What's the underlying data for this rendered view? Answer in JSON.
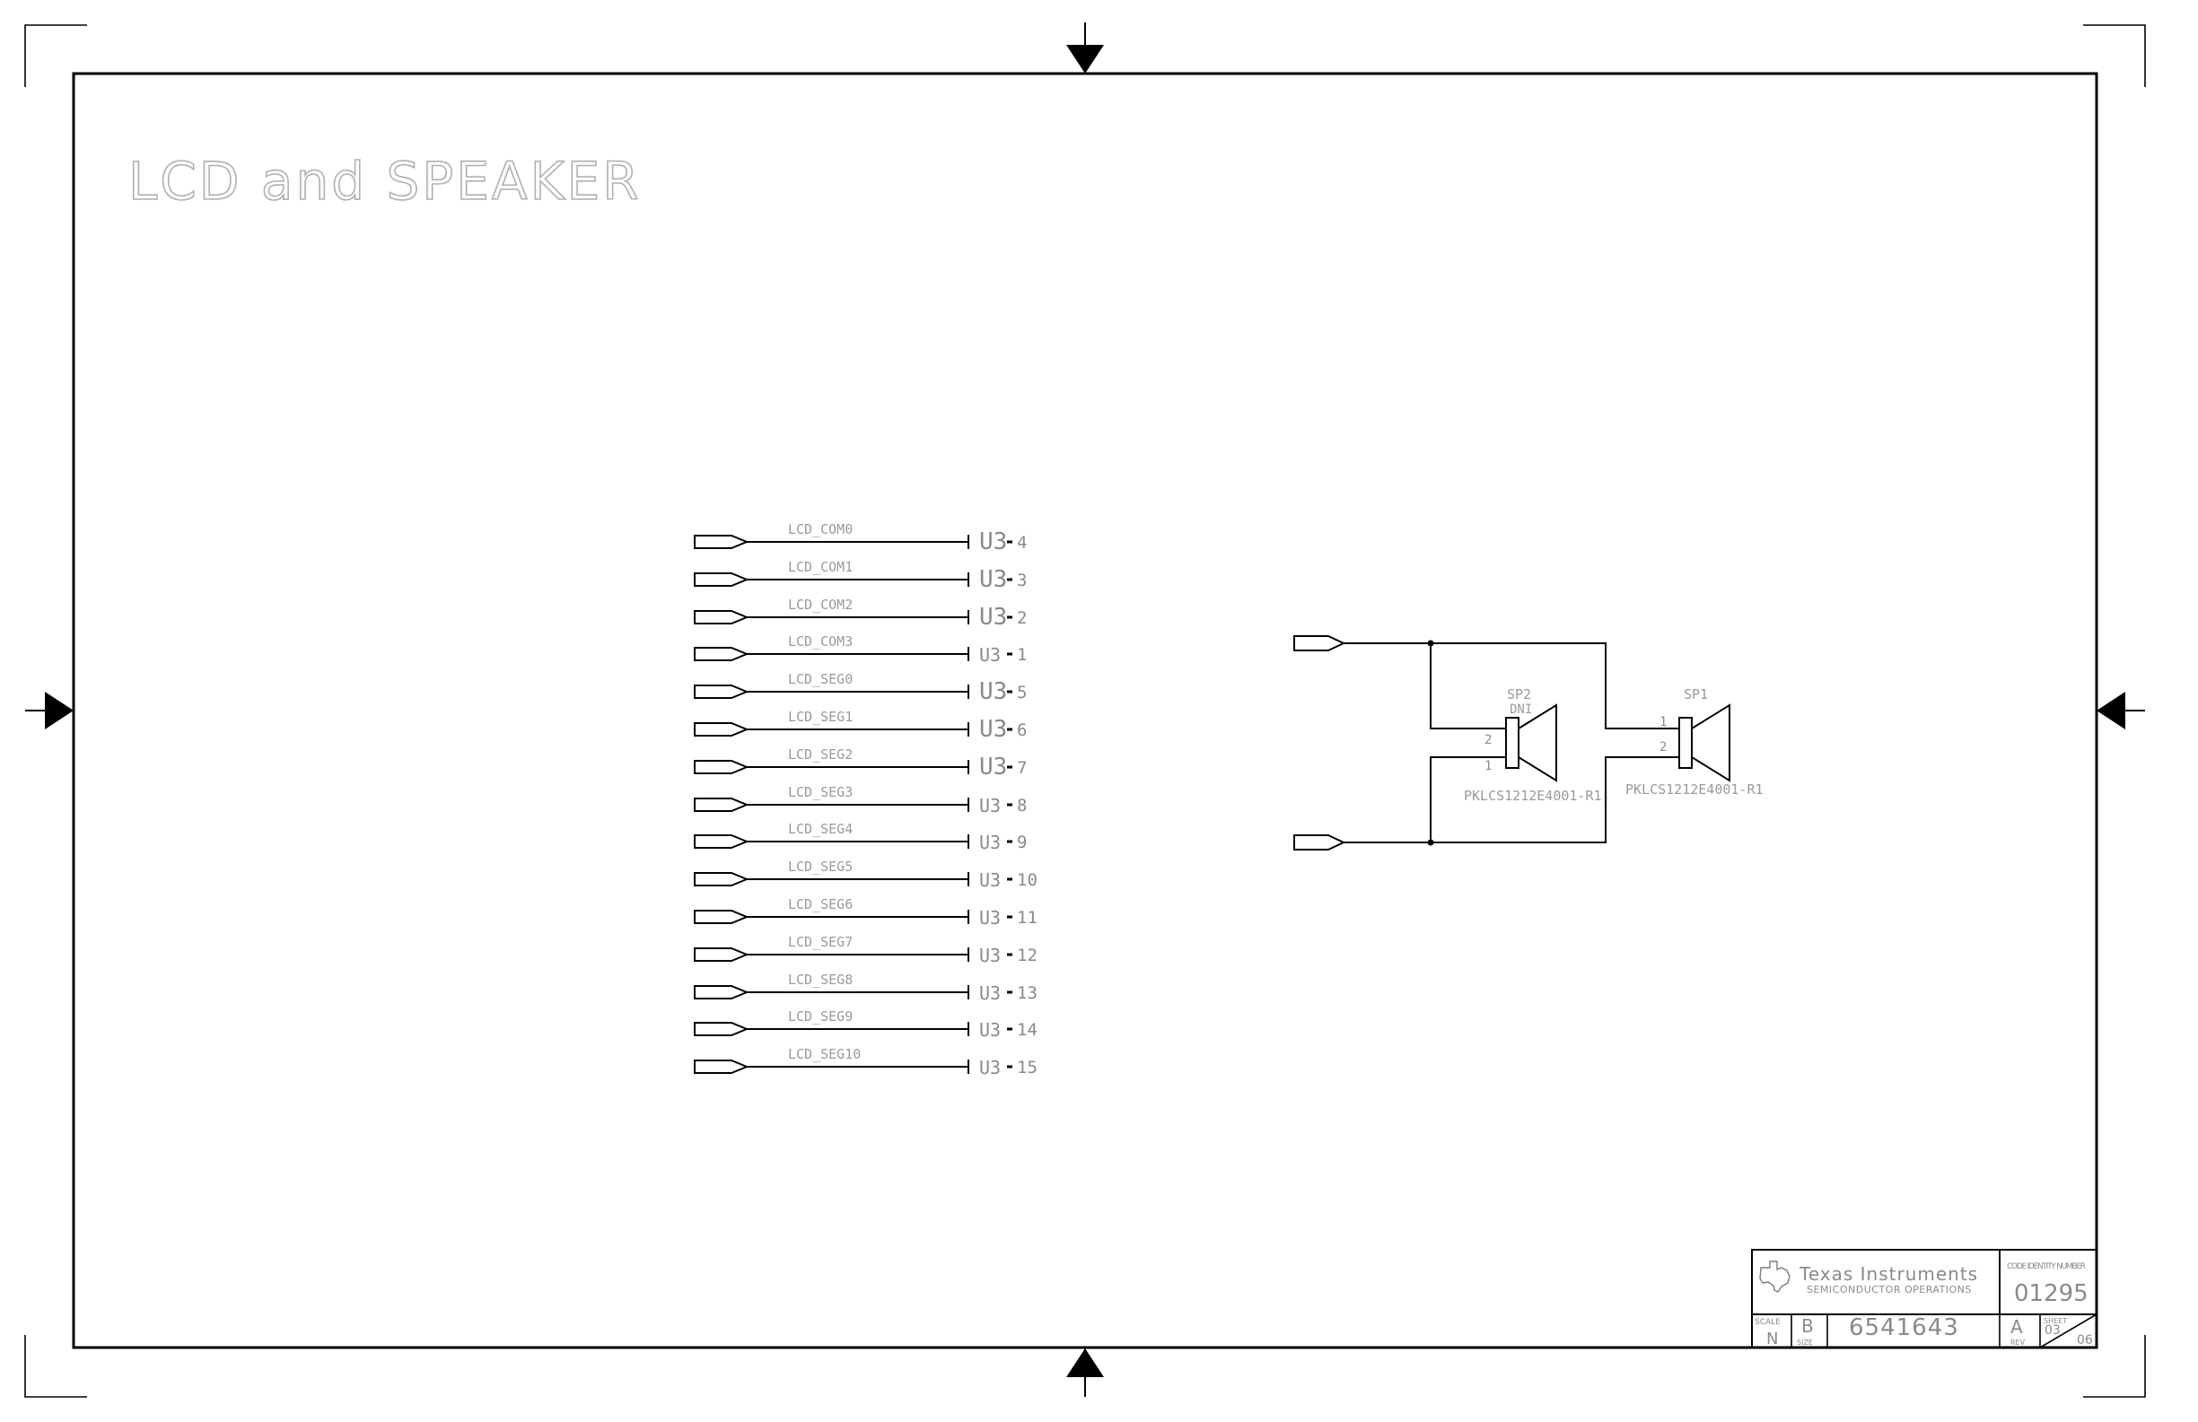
{
  "title": "LCD and SPEAKER",
  "lcd_nets": [
    {
      "net": "LCD_COM0",
      "ref": "U3",
      "pin": "4"
    },
    {
      "net": "LCD_COM1",
      "ref": "U3",
      "pin": "3"
    },
    {
      "net": "LCD_COM2",
      "ref": "U3",
      "pin": "2"
    },
    {
      "net": "LCD_COM3",
      "ref": "U3",
      "pin": "1"
    },
    {
      "net": "LCD_SEG0",
      "ref": "U3",
      "pin": "5"
    },
    {
      "net": "LCD_SEG1",
      "ref": "U3",
      "pin": "6"
    },
    {
      "net": "LCD_SEG2",
      "ref": "U3",
      "pin": "7"
    },
    {
      "net": "LCD_SEG3",
      "ref": "U3",
      "pin": "8"
    },
    {
      "net": "LCD_SEG4",
      "ref": "U3",
      "pin": "9"
    },
    {
      "net": "LCD_SEG5",
      "ref": "U3",
      "pin": "10"
    },
    {
      "net": "LCD_SEG6",
      "ref": "U3",
      "pin": "11"
    },
    {
      "net": "LCD_SEG7",
      "ref": "U3",
      "pin": "12"
    },
    {
      "net": "LCD_SEG8",
      "ref": "U3",
      "pin": "13"
    },
    {
      "net": "LCD_SEG9",
      "ref": "U3",
      "pin": "14"
    },
    {
      "net": "LCD_SEG10",
      "ref": "U3",
      "pin": "15"
    }
  ],
  "speakers": {
    "sp2": {
      "ref": "SP2",
      "note": "DNI",
      "part": "PKLCS1212E4001-R1",
      "pin_top": "2",
      "pin_bottom": "1"
    },
    "sp1": {
      "ref": "SP1",
      "part": "PKLCS1212E4001-R1",
      "pin_top": "1",
      "pin_bottom": "2"
    }
  },
  "title_block": {
    "company": "Texas Instruments",
    "division": "SEMICONDUCTOR OPERATIONS",
    "code_identity_label": "CODE IDENTITY NUMBER",
    "code_identity": "01295",
    "scale_label": "SCALE",
    "scale": "N",
    "size_label": "SIZE",
    "size": "B",
    "drawing_number": "6541643",
    "rev_label": "REV",
    "rev": "A",
    "sheet_label": "SHEET",
    "sheet": "03",
    "sheet_total": "06"
  }
}
